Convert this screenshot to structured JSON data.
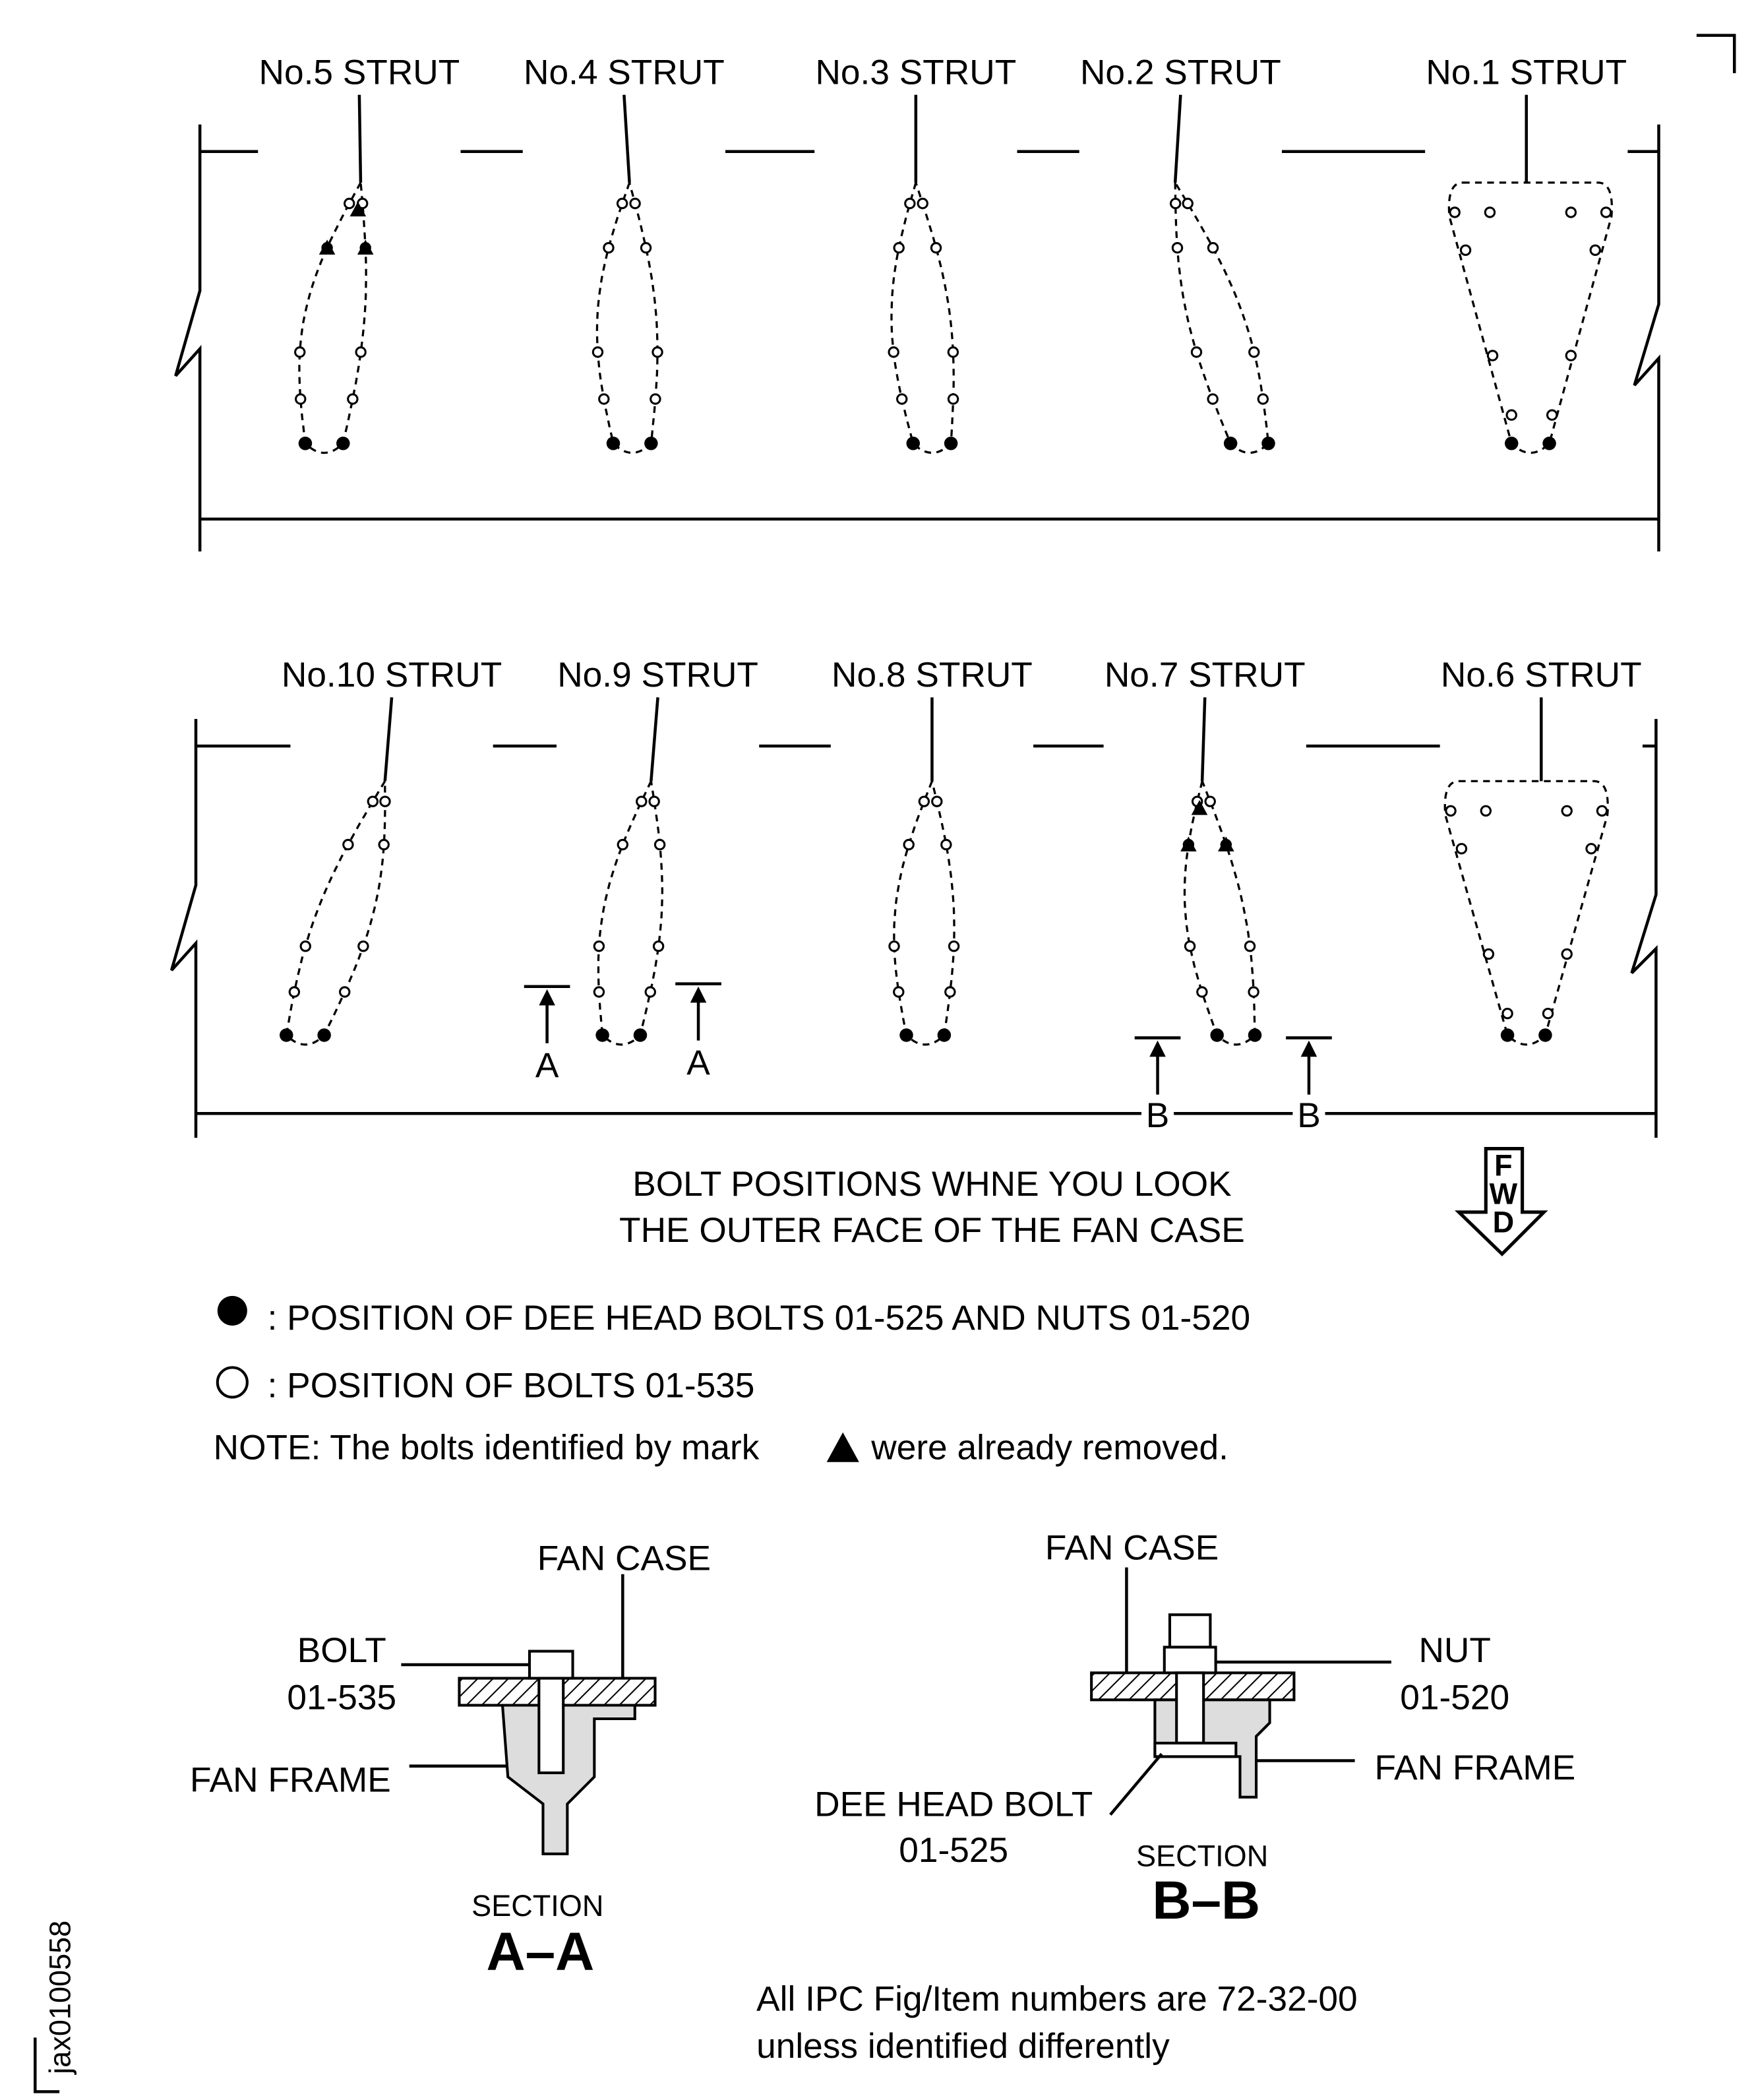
{
  "top_row": {
    "struts": [
      {
        "label": "No.5 STRUT",
        "shape": "loop",
        "removed_bolts": true
      },
      {
        "label": "No.4 STRUT",
        "shape": "loop",
        "removed_bolts": false
      },
      {
        "label": "No.3 STRUT",
        "shape": "loop",
        "removed_bolts": false
      },
      {
        "label": "No.2 STRUT",
        "shape": "loop",
        "removed_bolts": false
      },
      {
        "label": "No.1 STRUT",
        "shape": "trapezoid",
        "removed_bolts": false
      }
    ]
  },
  "bottom_row": {
    "struts": [
      {
        "label": "No.10 STRUT",
        "shape": "loop",
        "removed_bolts": false
      },
      {
        "label": "No.9 STRUT",
        "shape": "loop",
        "removed_bolts": false
      },
      {
        "label": "No.8 STRUT",
        "shape": "loop",
        "removed_bolts": false
      },
      {
        "label": "No.7 STRUT",
        "shape": "loop",
        "removed_bolts": true
      },
      {
        "label": "No.6 STRUT",
        "shape": "trapezoid",
        "removed_bolts": false
      }
    ],
    "section_marks": {
      "a": "A",
      "b": "B"
    }
  },
  "caption": {
    "line1": "BOLT POSITIONS WHNE YOU LOOK",
    "line2": "THE OUTER FACE OF THE FAN CASE"
  },
  "fwd_arrow": {
    "letters": [
      "F",
      "W",
      "D"
    ]
  },
  "legend": {
    "filled": ": POSITION OF DEE HEAD BOLTS 01-525 AND NUTS 01-520",
    "open": ": POSITION OF BOLTS 01-535",
    "note_prefix": "NOTE: The bolts identified by mark",
    "note_suffix": "were already removed."
  },
  "section_aa": {
    "fan_case": "FAN CASE",
    "bolt": "BOLT",
    "bolt_no": "01-535",
    "fan_frame": "FAN FRAME",
    "section": "SECTION",
    "name": "A–A"
  },
  "section_bb": {
    "fan_case": "FAN CASE",
    "nut": "NUT",
    "nut_no": "01-520",
    "fan_frame": "FAN FRAME",
    "dee_bolt": "DEE HEAD BOLT",
    "dee_bolt_no": "01-525",
    "section": "SECTION",
    "name": "B–B"
  },
  "footer": {
    "line1": "All IPC Fig/Item numbers are 72-32-00",
    "line2": "unless identified differently"
  },
  "figure_id": "jax0100558"
}
